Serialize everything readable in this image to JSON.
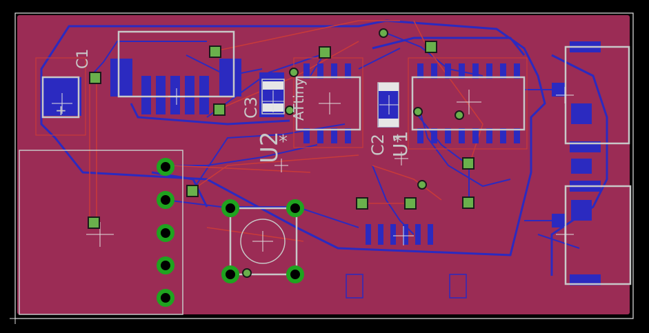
{
  "colors": {
    "background": "#000000",
    "board_fill": "#9b2c55",
    "top_copper": "#8f2a52",
    "bottom_copper": "#2b2ac0",
    "trace_red": "#c83a3a",
    "silkscreen": "#c8c8c8",
    "pad_ring": "#1fa31f",
    "via_fill": "#6ab04c",
    "outline": "#ffffff"
  },
  "labels": {
    "c1": "C1",
    "c3": "C3",
    "u2": "U2",
    "c2": "C2",
    "u1": "U1",
    "polarity_plus": "+",
    "pin1_mark": "*"
  },
  "icons": {
    "origin": "crosshair-icon",
    "via": "via-icon",
    "pad": "pad-icon"
  }
}
